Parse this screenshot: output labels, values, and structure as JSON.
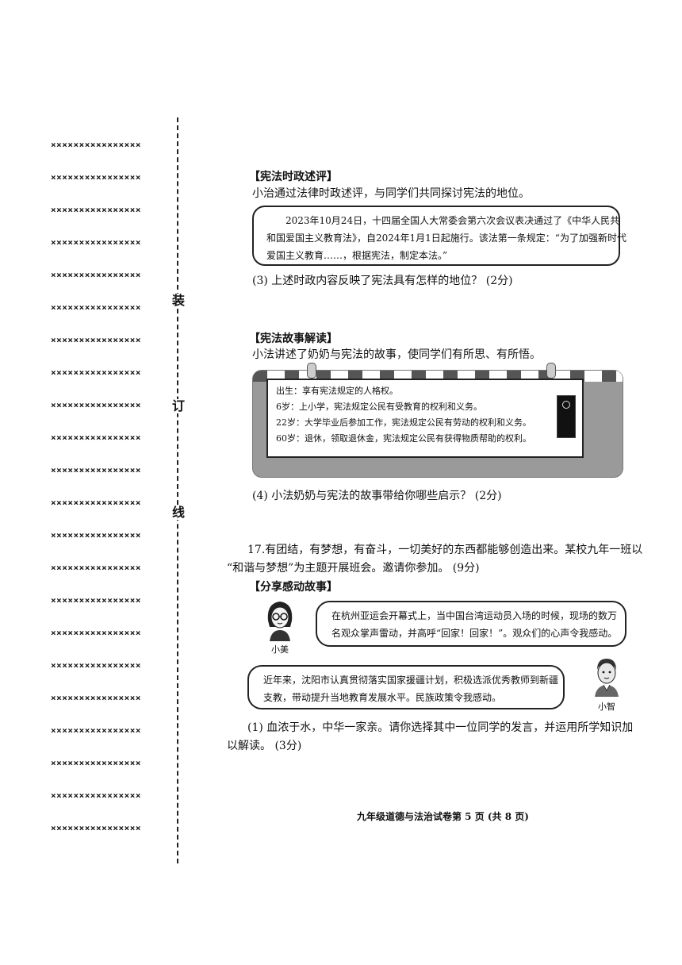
{
  "margin": {
    "x_rows": [
      "××××××××××××××××",
      "××××××××××××××××",
      "××××××××××××××××",
      "××××××××××××××××",
      "××××××××××××××××",
      "××××××××××××××××",
      "××××××××××××××××",
      "××××××××××××××××",
      "××××××××××××××××",
      "××××××××××××××××",
      "××××××××××××××××",
      "××××××××××××××××",
      "××××××××××××××××",
      "××××××××××××××××",
      "××××××××××××××××",
      "××××××××××××××××",
      "××××××××××××××××",
      "××××××××××××××××",
      "××××××××××××××××",
      "××××××××××××××××",
      "××××××××××××××××",
      "××××××××××××××××"
    ],
    "binding": {
      "zhuang": "装",
      "ding": "订",
      "xian": "线"
    }
  },
  "section1": {
    "heading": "【宪法时政述评】",
    "intro": "小治通过法律时政述评，与同学们共同探讨宪法的地位。",
    "box_lines": [
      "2023年10月24日，十四届全国人大常委会第六次会议表决通过了《中华人民共",
      "和国爱国主义教育法》，自2024年1月1日起施行。该法第一条规定：“为了加强新时代",
      "爱国主义教育……，根据宪法，制定本法。”"
    ],
    "question": "(3)  上述时政内容反映了宪法具有怎样的地位？ (2分)"
  },
  "section2": {
    "heading": "【宪法故事解读】",
    "intro": "小法讲述了奶奶与宪法的故事，使同学们有所思、有所悟。",
    "story_lines": [
      "出生：享有宪法规定的人格权。",
      "6岁：上小学，宪法规定公民有受教育的权利和义务。",
      "22岁：大学毕业后参加工作，宪法规定公民有劳动的权利和义务。",
      "60岁：退休，领取退休金，宪法规定公民有获得物质帮助的权利。"
    ],
    "question": "(4)  小法奶奶与宪法的故事带给你哪些启示？ (2分)"
  },
  "q17": {
    "line1": "17.有团结，有梦想，有奋斗，一切美好的东西都能够创造出来。某校九年一班以",
    "line2": "“和谐与梦想”为主题开展班会。邀请你参加。 (9分)",
    "heading": "【分享感动故事】",
    "xiaomei": {
      "name": "小美",
      "speech_lines": [
        "在杭州亚运会开幕式上，当中国台湾运动员入场的时候，现场的数万",
        "名观众掌声雷动，并高呼“回家！回家！”。观众们的心声令我感动。"
      ]
    },
    "xiaozhi": {
      "name": "小智",
      "speech_lines": [
        "近年来，沈阳市认真贯彻落实国家援疆计划，积极选派优秀教师到新疆",
        "支教，带动提升当地教育发展水平。民族政策令我感动。"
      ]
    },
    "sub1_line1": "(1)  血浓于水，中华一家亲。请你选择其中一位同学的发言，并运用所学知识加",
    "sub1_line2": "以解读。 (3分)"
  },
  "footer": "九年级道德与法治试卷第 5 页 (共 8 页)"
}
